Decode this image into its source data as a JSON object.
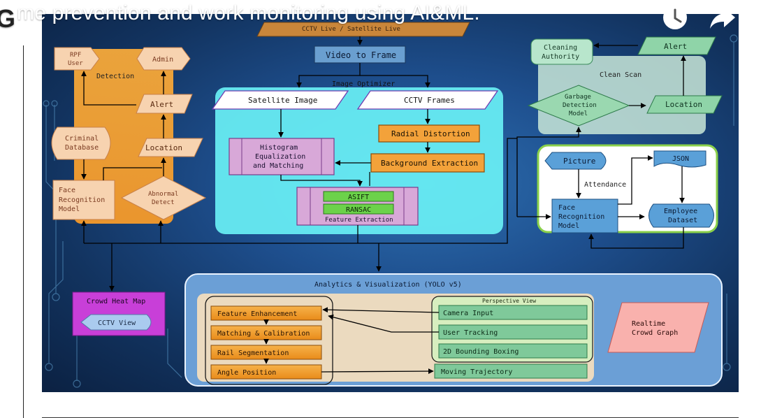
{
  "video": {
    "title": "me prevention and work monitoring using AI&ML.",
    "channel_logo_char": "G",
    "watch_later_icon": "clock-icon",
    "share_icon": "share-arrow-icon"
  },
  "diagram": {
    "top_input": "CCTV Live / Satellite Live",
    "video_to_frame": "Video to Frame",
    "image_optimizer": "Image Optimizer",
    "satellite_image": "Satellite Image",
    "cctv_frames": "CCTV Frames",
    "radial_distortion": "Radial Distortion",
    "background_extraction": "Background Extraction",
    "histogram": [
      "Histogram",
      "Equalization",
      "and Matching"
    ],
    "asift": "ASIFT",
    "ransac": "RANSAC",
    "feature_extraction": "Feature Extraction",
    "detection": {
      "title": "Detection",
      "rpf_user": [
        "RPF",
        "User"
      ],
      "admin": "Admin",
      "alert": "Alert",
      "criminal_database": [
        "Criminal",
        "Database"
      ],
      "location": "Location",
      "face_recognition_model": [
        "Face",
        "Recognition",
        "Model"
      ],
      "abnormal_detect": [
        "Abnormal",
        "Detect"
      ]
    },
    "clean_scan": {
      "title": "Clean Scan",
      "cleaning_authority": [
        "Cleaning",
        "Authority"
      ],
      "alert": "Alert",
      "garbage_detection_model": [
        "Garbage",
        "Detection",
        "Model"
      ],
      "location": "Location"
    },
    "attendance": {
      "title": "Attendance",
      "picture": "Picture",
      "json": "JSON",
      "face_recognition_model": [
        "Face",
        "Recognition",
        "Model"
      ],
      "employee_dataset": [
        "Employee",
        "Dataset"
      ]
    },
    "crowd": {
      "title": "Crowd Heat Map",
      "cctv_view": "CCTV View"
    },
    "analytics": {
      "title": "Analytics & Visualization (YOLO v5)",
      "steps": [
        "Feature Enhancement",
        "Matching & Calibration",
        "Rail Segmentation",
        "Angle Position"
      ],
      "perspective_title": "Perspective View",
      "perspective_items": [
        "Camera Input",
        "User Tracking",
        "2D Bounding Boxing"
      ],
      "moving_trajectory": "Moving Trajectory",
      "realtime": [
        "Realtime",
        "Crowd Graph"
      ]
    }
  }
}
